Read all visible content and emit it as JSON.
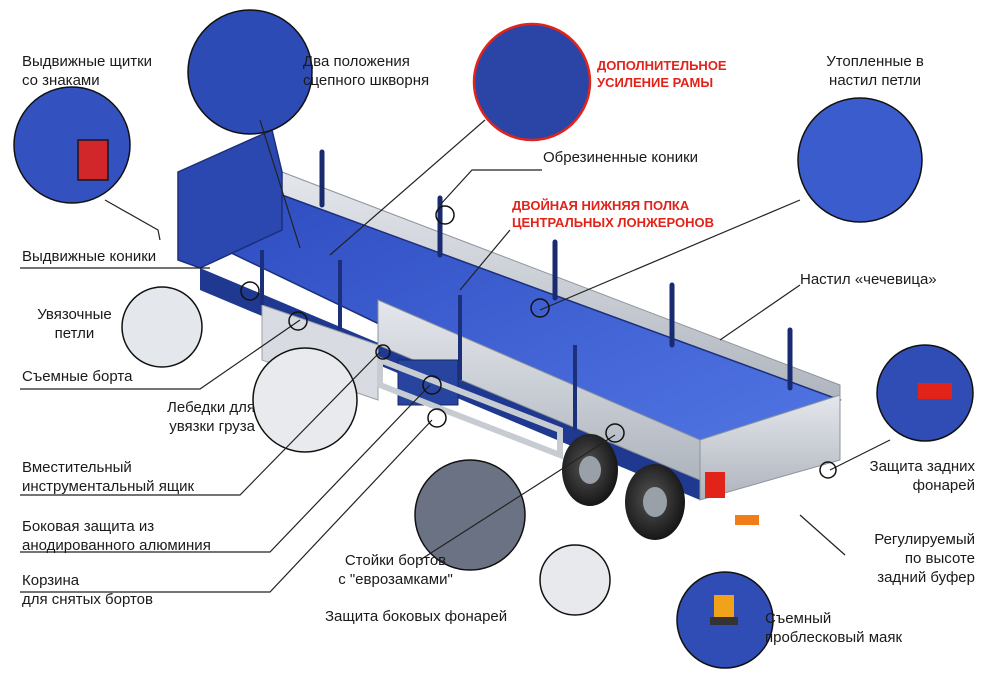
{
  "labels": {
    "shields": "Выдвижные щитки\nсо знаками",
    "kingpin": "Два положения\nсцепного шкворня",
    "frame_reinforce": "ДОПОЛНИТЕЛЬНОЕ\nУСИЛЕНИЕ РАМЫ",
    "recessed_loops": "Утопленные в\nнастил петли",
    "rubber_stakes": "Обрезиненные коники",
    "double_shelf": "ДВОЙНАЯ НИЖНЯЯ ПОЛКА\nЦЕНТРАЛЬНЫХ ЛОНЖЕРОНОВ",
    "sliding_stakes": "Выдвижные коники",
    "lentil_floor": "Настил «чечевица»",
    "lashing_loops": "Увязочные\nпетли",
    "removable_sides": "Съемные борта",
    "winches": "Лебедки для\nувязки груза",
    "toolbox": "Вместительный\nинструментальный ящик",
    "side_guard": "Боковая защита из\nанодированного алюминия",
    "basket": "Корзина\nдля снятых бортов",
    "posts": "Стойки бортов\nс \"еврозамками\"",
    "side_lamps": "Защита боковых фонарей",
    "rear_lamps_guard": "Защита задних\nфонарей",
    "bumper": "Регулируемый\nпо высоте\nзадний буфер",
    "beacon": "Съемный\nпроблесковый маяк"
  },
  "colors": {
    "body_blue": "#2a46a8",
    "deck_blue": "#3f63d6",
    "aluminium": "#c9ced6",
    "accent_red": "#e2231a",
    "leader": "#222222"
  },
  "icons": [
    "flag-logo-icon",
    "warning-stripes-icon",
    "tire-icon",
    "beacon-icon"
  ]
}
